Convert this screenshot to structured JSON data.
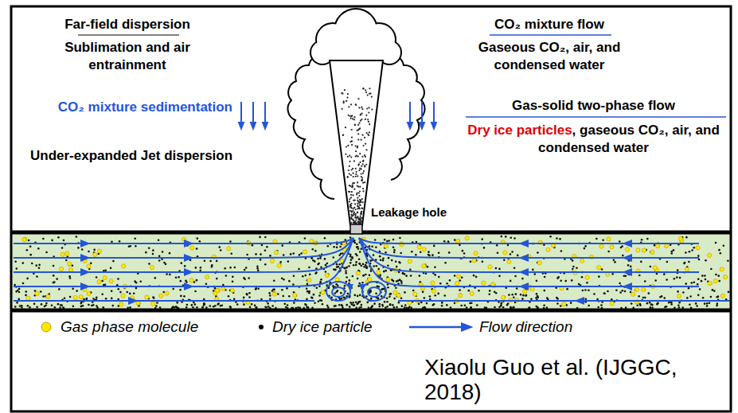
{
  "diagram": {
    "caption": "Xiaolu Guo et al. (IJGGC, 2018)",
    "labels": [
      "Far-field dispersion",
      "Sublimation and air entrainment",
      "CO₂ mixture flow",
      "Gaseous CO₂, air, and condensed water",
      "CO₂ mixture sedimentation",
      "Gas-solid two-phase flow",
      "Dry ice particles",
      ", gaseous CO₂, air, and condensed water",
      "Under-expanded Jet dispersion",
      "Leakage hole"
    ],
    "legend": [
      {
        "text": "Gas phase molecule"
      },
      {
        "text": "Dry ice particle"
      },
      {
        "text": "Flow direction"
      }
    ]
  }
}
